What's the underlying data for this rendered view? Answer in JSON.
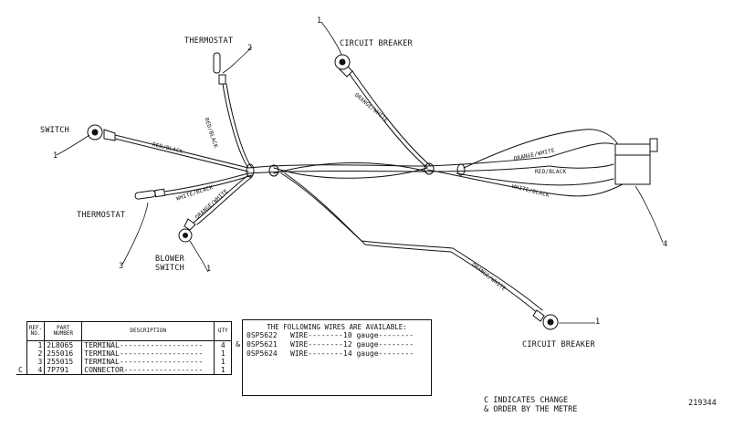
{
  "callouts": {
    "thermostat_top": "THERMOSTAT",
    "circuit_breaker_top": "CIRCUIT BREAKER",
    "switch": "SWITCH",
    "thermostat_left": "THERMOSTAT",
    "blower_switch": "BLOWER\nSWITCH",
    "circuit_breaker_bottom": "CIRCUIT BREAKER",
    "num_1_switch": "1",
    "num_1_cb_top": "1",
    "num_1_blower": "1",
    "num_1_cb_bottom": "1",
    "num_2": "2",
    "num_3": "3",
    "num_4": "4"
  },
  "wire_labels": {
    "red_black_thermo": "RED/BLACK",
    "orange_white_cb": "ORANGE/WHITE",
    "red_black_switch": "RED/BLACK",
    "white_black_thermo": "WHITE/BLACK",
    "orange_white_blower": "ORANGE/WHITE",
    "orange_white_conn": "ORANGE/WHITE",
    "red_black_conn": "RED/BLACK",
    "white_black_conn": "WHITE/BLACK",
    "orange_white_cb_bottom": "ORANGE/WHITE"
  },
  "parts_table": {
    "headers": {
      "ref": "REF.\nNO.",
      "part": "PART\nNUMBER",
      "desc": "DESCRIPTION",
      "qty": "QTY"
    },
    "rows": [
      {
        "mark": "",
        "ref": "1",
        "part": "2L8065",
        "desc": "TERMINAL-------------------",
        "qty": "4"
      },
      {
        "mark": "",
        "ref": "2",
        "part": "255016",
        "desc": "TERMINAL-------------------",
        "qty": "1"
      },
      {
        "mark": "",
        "ref": "3",
        "part": "255015",
        "desc": "TERMINAL-------------------",
        "qty": "1"
      },
      {
        "mark": "C",
        "ref": "4",
        "part": "7P791",
        "desc": "CONNECTOR------------------",
        "qty": "1"
      }
    ]
  },
  "wire_box": {
    "header": "THE FOLLOWING WIRES ARE AVAILABLE:",
    "rows": [
      {
        "mark": "",
        "part": "0SP5622",
        "desc": "WIRE--------",
        "gauge": "10 gauge--------"
      },
      {
        "mark": "&",
        "part": "0SP5621",
        "desc": "WIRE--------",
        "gauge": "12 gauge--------"
      },
      {
        "mark": "",
        "part": "0SP5624",
        "desc": "WIRE--------",
        "gauge": "14 gauge--------"
      }
    ]
  },
  "notes": {
    "legend": "C INDICATES CHANGE\n& ORDER BY THE METRE",
    "drawing_number": "219344"
  }
}
